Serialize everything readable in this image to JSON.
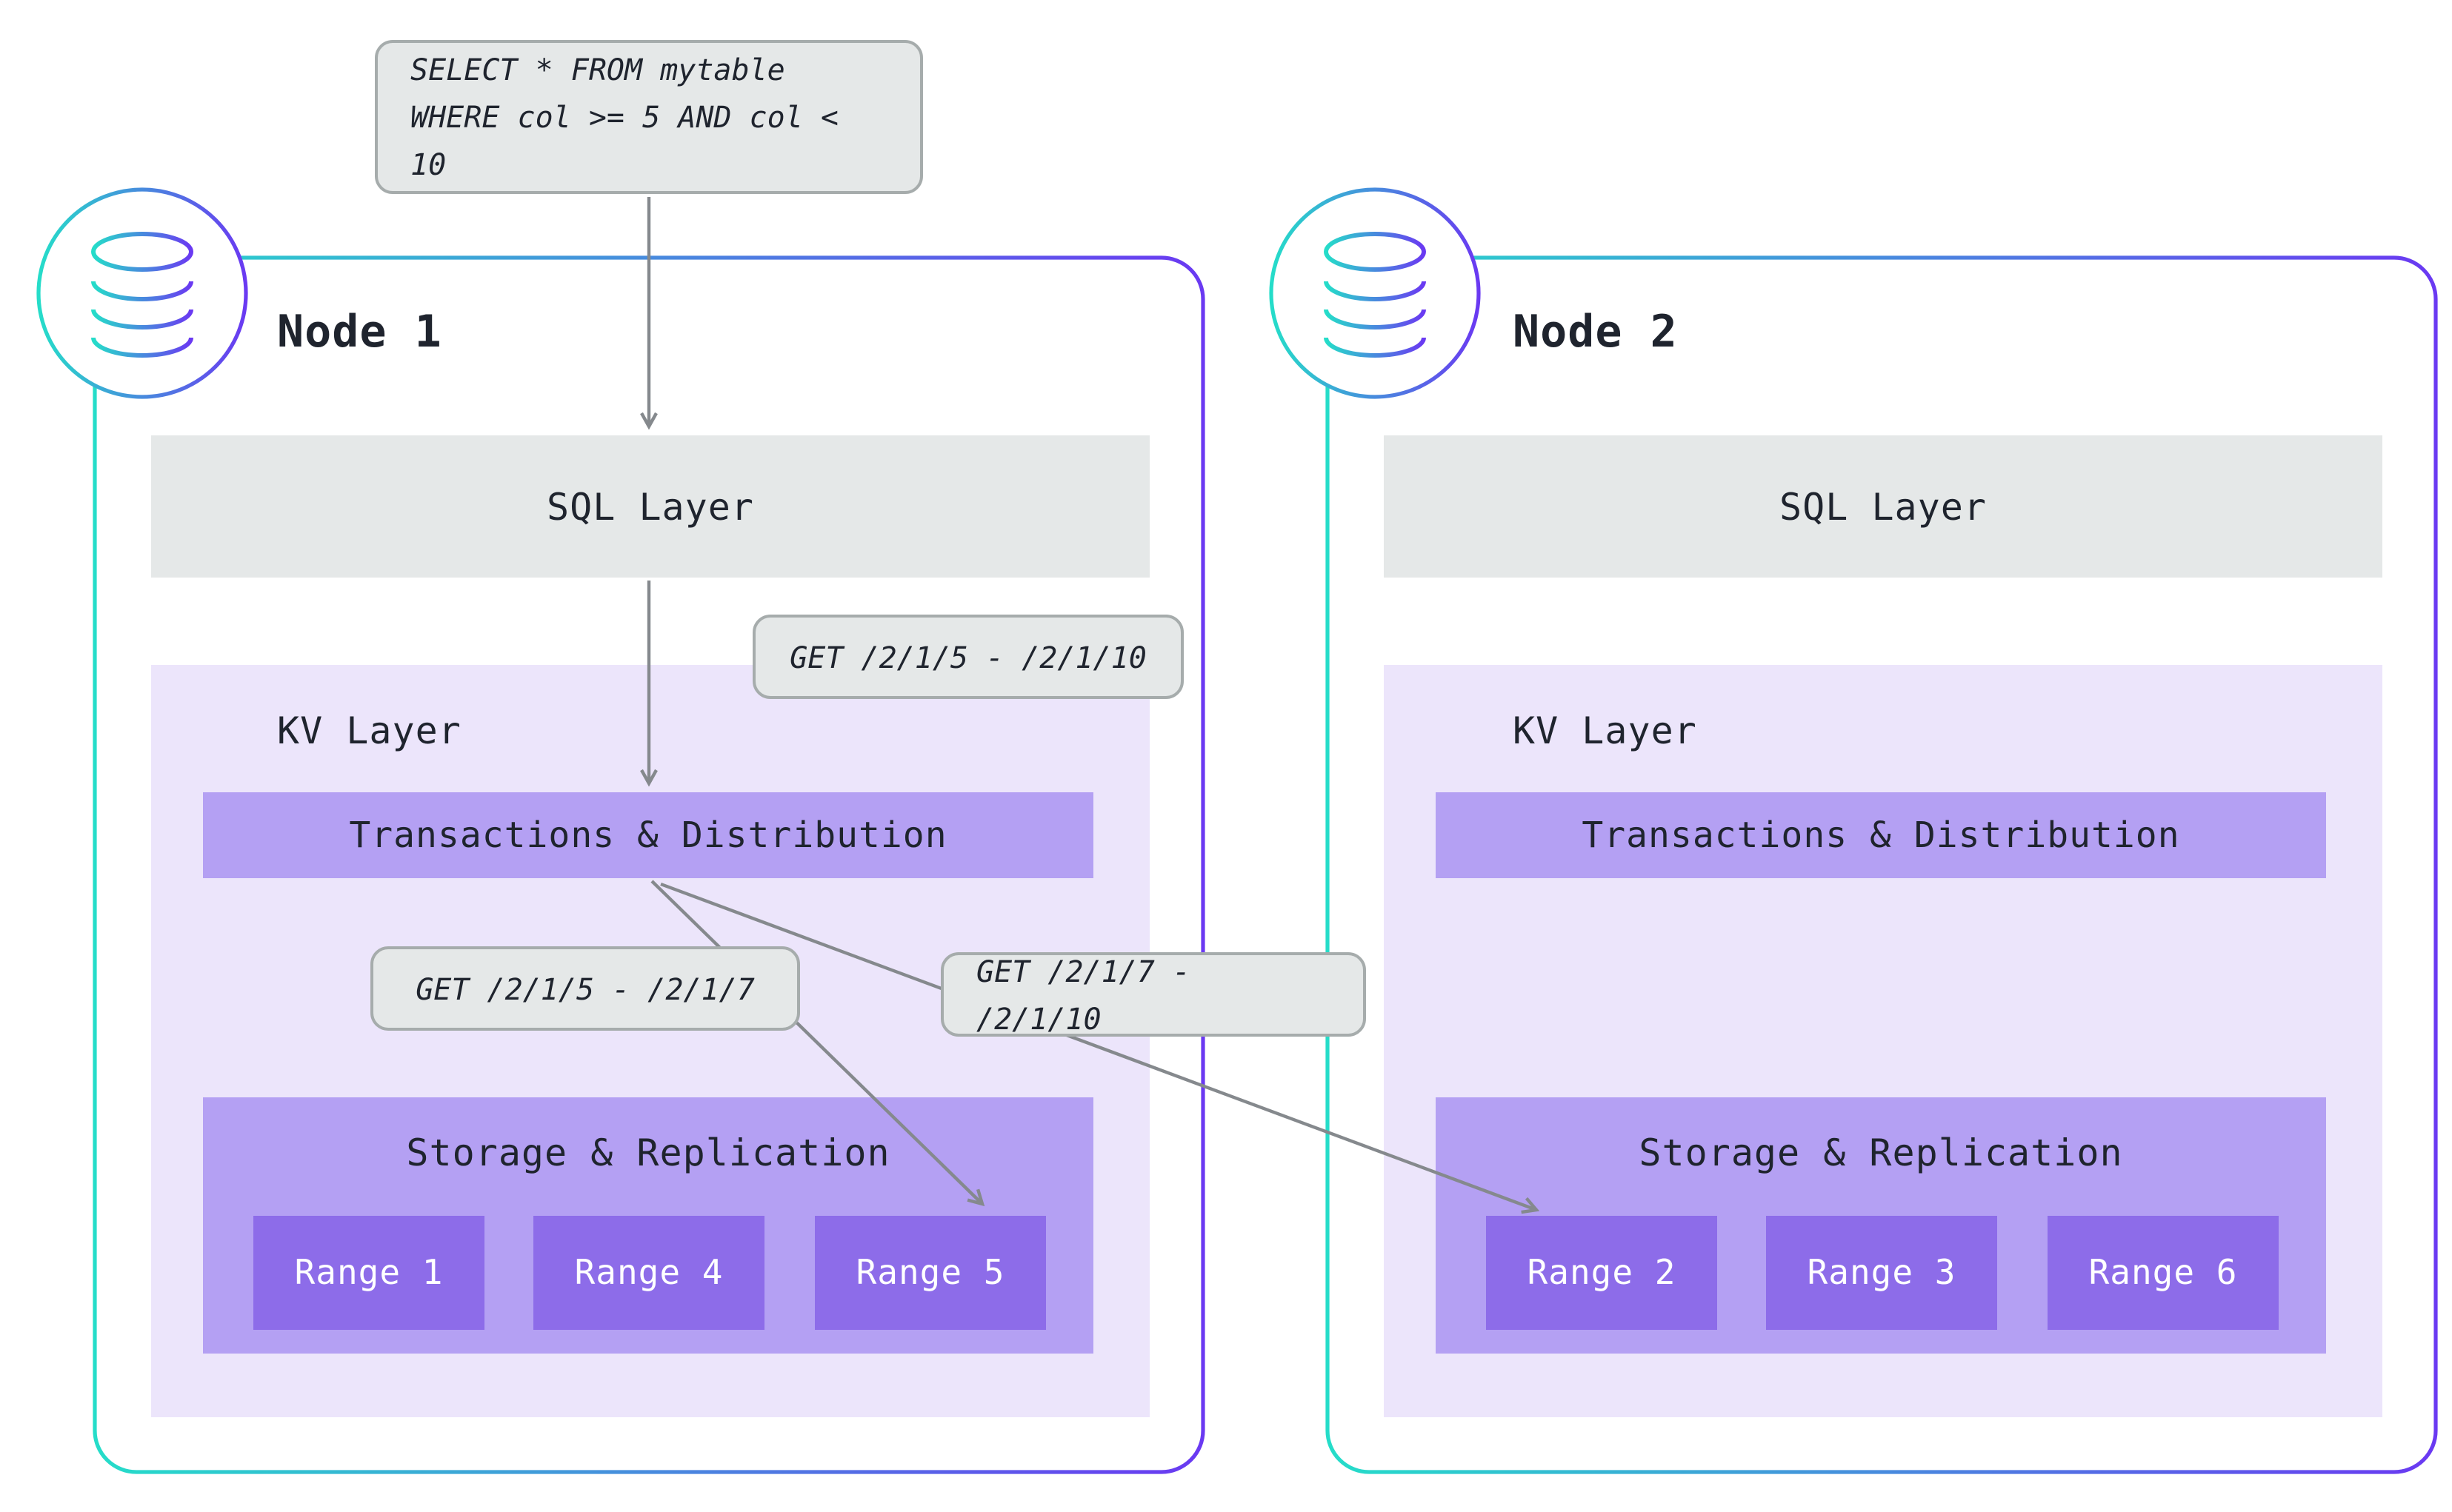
{
  "colors": {
    "gradient_start": "#25ddc9",
    "gradient_end": "#6a39f2",
    "bubble_bg": "#e5e8e8",
    "bubble_border": "#a6acac",
    "sql_bar_bg": "#e5e8e8",
    "kv_layer_bg": "#ece5fb",
    "txn_storage_bg": "#b4a0f3",
    "range_bg": "#8d6ce9",
    "arrow": "#85898d",
    "text_dark": "#1f242e",
    "text_white": "#ffffff"
  },
  "query_bubble": {
    "line1": "SELECT * FROM mytable",
    "line2": "WHERE col >= 5 AND col < 10"
  },
  "get_bubbles": {
    "top": "GET /2/1/5 - /2/1/10",
    "left": "GET /2/1/5 - /2/1/7",
    "right": "GET /2/1/7 - /2/1/10"
  },
  "nodes": [
    {
      "title": "Node 1",
      "sql_layer": "SQL Layer",
      "kv_layer": "KV Layer",
      "transactions": "Transactions & Distribution",
      "storage": "Storage & Replication",
      "ranges": [
        "Range 1",
        "Range 4",
        "Range 5"
      ]
    },
    {
      "title": "Node 2",
      "sql_layer": "SQL Layer",
      "kv_layer": "KV Layer",
      "transactions": "Transactions & Distribution",
      "storage": "Storage & Replication",
      "ranges": [
        "Range 2",
        "Range 3",
        "Range 6"
      ]
    }
  ]
}
